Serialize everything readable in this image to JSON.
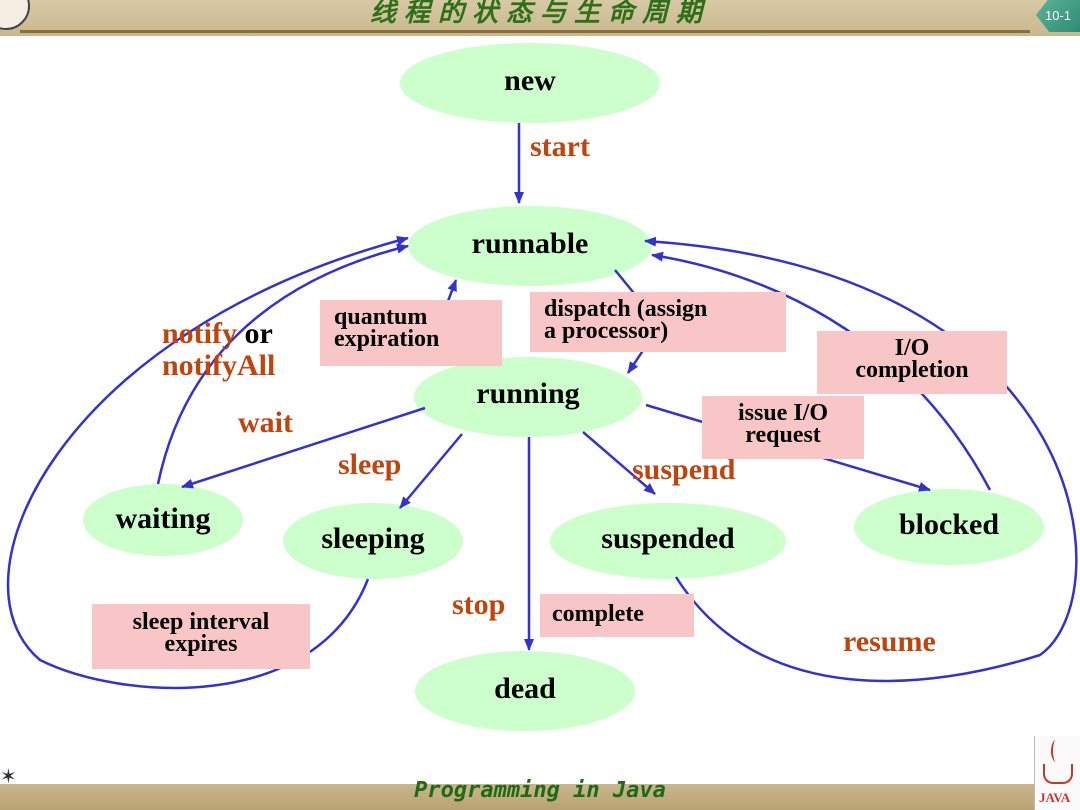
{
  "header": {
    "title": "线程的状态与生命周期",
    "page_badge": "10-1"
  },
  "footer": {
    "text": "Programming in Java",
    "logo_text": "JAVA"
  },
  "nodes": {
    "new": "new",
    "runnable": "runnable",
    "running": "running",
    "waiting": "waiting",
    "sleeping": "sleeping",
    "suspended": "suspended",
    "blocked": "blocked",
    "dead": "dead"
  },
  "edges": {
    "start": "start",
    "notify_a": "notify",
    "notify_or": " or",
    "notify_all": "notifyAll",
    "wait": "wait",
    "sleep": "sleep",
    "suspend": "suspend",
    "stop": "stop",
    "resume": "resume"
  },
  "boxes": {
    "quantum_1": "quantum",
    "quantum_2": "expiration",
    "dispatch_1": "dispatch (assign",
    "dispatch_2": "a processor)",
    "io_completion_1": "I/O",
    "io_completion_2": "completion",
    "issue_io_1": "issue I/O",
    "issue_io_2": "request",
    "complete": "complete",
    "sleep_interval_1": "sleep interval",
    "sleep_interval_2": "expires"
  },
  "colors": {
    "node_fill": "#ccffcc",
    "arrow": "#3333cc",
    "edge_label": "#c0440e",
    "box_fill": "#f8c6c6"
  }
}
